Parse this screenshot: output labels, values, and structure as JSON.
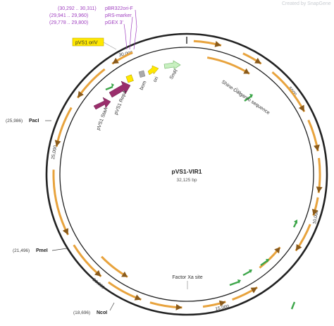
{
  "watermark": "Created by SnapGene",
  "plasmid": {
    "name": "pVS1-VIR1",
    "length_label": "32,125 bp"
  },
  "primers": [
    {
      "coords": "(30,292 .. 30,311)",
      "name": "pBR322ori-F"
    },
    {
      "coords": "(29,941 .. 29,960)",
      "name": "pRS-marker"
    },
    {
      "coords": "(29,778 .. 29,800)",
      "name": "pGEX 3'"
    }
  ],
  "origin_label": "pVS1 oriV",
  "features": {
    "stab": "pVS1 StaA",
    "repa": "pVS1 RepA",
    "bom": "bom",
    "ori": "ori",
    "smr": "SmR",
    "shine": "Shine-Dalgarno sequence",
    "factor": "Factor Xa site"
  },
  "restriction_sites": [
    {
      "coord": "(25,986)",
      "name": "PacI"
    },
    {
      "coord": "(21,496)",
      "name": "PmeI"
    },
    {
      "coord": "(18,696)",
      "name": "NcoI"
    }
  ],
  "ticks": [
    "30,000",
    "5000",
    "10,000",
    "15,000",
    "20,000",
    "25,000"
  ],
  "colors": {
    "orf": "#e8a33d",
    "cds_green": "#3da64a",
    "repa": "#9a2e6c",
    "ori_yellow": "#ffe800",
    "smr": "#c8f0c0",
    "primer": "#a040c0"
  }
}
